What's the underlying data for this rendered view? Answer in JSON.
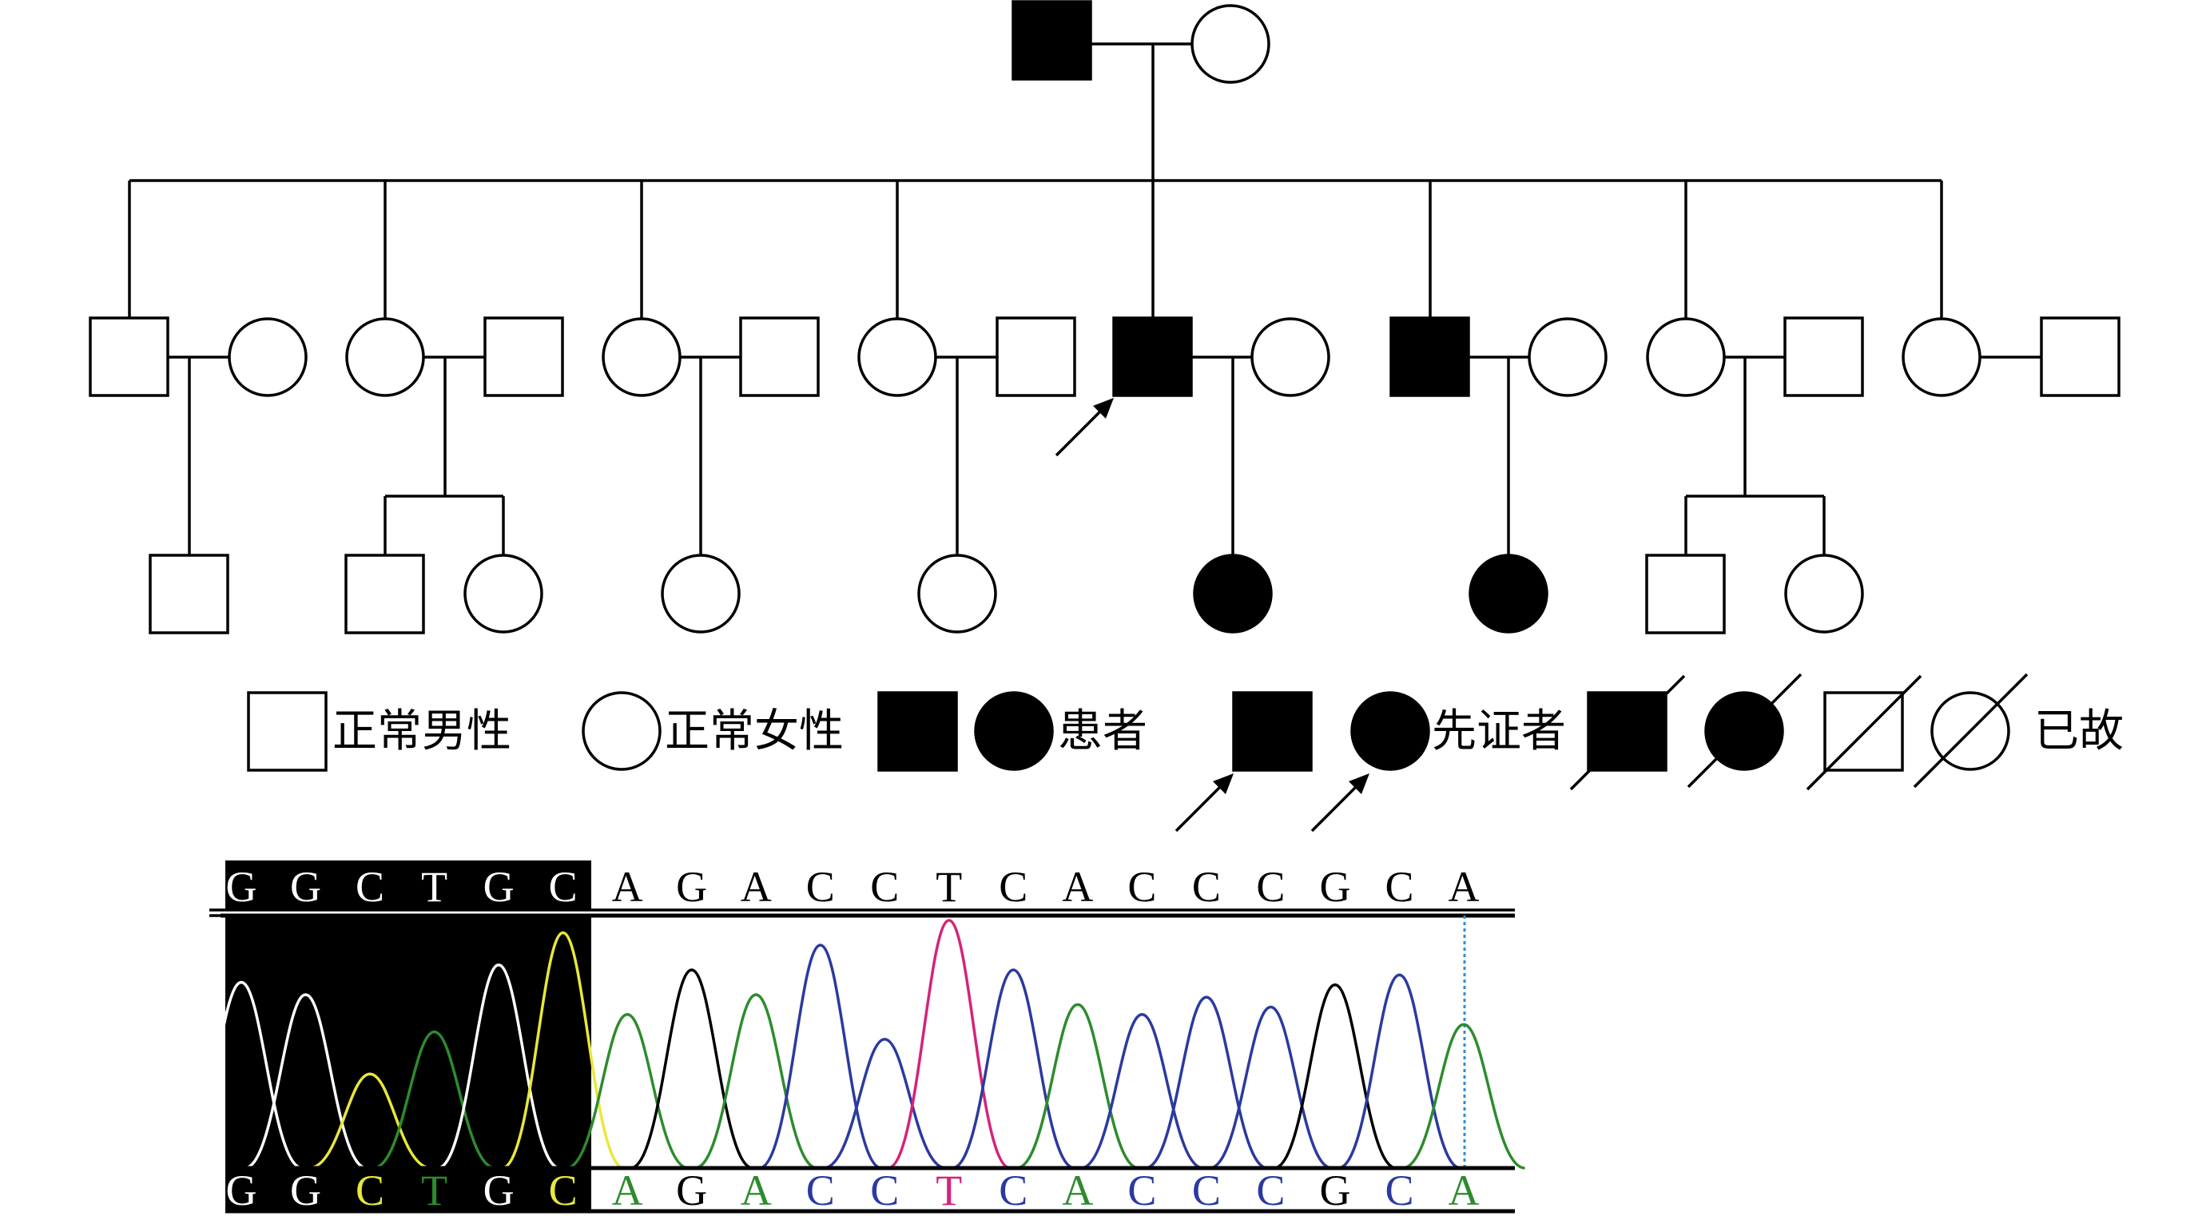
{
  "legend": {
    "normal_male": "正常男性",
    "normal_female": "正常女性",
    "patient": "患者",
    "proband": "先证者",
    "deceased": "已故"
  },
  "pedigree": {
    "generation_1": [
      {
        "id": "I-1",
        "sex": "male",
        "affected": true
      },
      {
        "id": "I-2",
        "sex": "female",
        "affected": false
      }
    ],
    "generation_2": [
      {
        "id": "II-1",
        "sex": "male",
        "affected": false,
        "spouse": "female"
      },
      {
        "id": "II-2",
        "sex": "female",
        "affected": false,
        "spouse": "male"
      },
      {
        "id": "II-3",
        "sex": "female",
        "affected": false,
        "spouse": "male"
      },
      {
        "id": "II-4",
        "sex": "female",
        "affected": false,
        "spouse": "male"
      },
      {
        "id": "II-5",
        "sex": "male",
        "affected": true,
        "proband": true,
        "spouse": "female"
      },
      {
        "id": "II-6",
        "sex": "male",
        "affected": true,
        "spouse": "female"
      },
      {
        "id": "II-7",
        "sex": "female",
        "affected": false,
        "spouse": "male"
      },
      {
        "id": "II-8",
        "sex": "female",
        "affected": false,
        "spouse": "male"
      }
    ],
    "generation_3": [
      {
        "parent": "II-1",
        "sex": "male",
        "affected": false
      },
      {
        "parent": "II-2",
        "sex": "male",
        "affected": false
      },
      {
        "parent": "II-2",
        "sex": "female",
        "affected": false
      },
      {
        "parent": "II-3",
        "sex": "female",
        "affected": false
      },
      {
        "parent": "II-4",
        "sex": "female",
        "affected": false
      },
      {
        "parent": "II-5",
        "sex": "female",
        "affected": true
      },
      {
        "parent": "II-6",
        "sex": "female",
        "affected": true
      },
      {
        "parent": "II-7",
        "sex": "male",
        "affected": false
      },
      {
        "parent": "II-7",
        "sex": "female",
        "affected": false
      }
    ]
  },
  "sequence": {
    "reference_top": [
      "G",
      "G",
      "C",
      "T",
      "G",
      "C",
      "A",
      "G",
      "A",
      "C",
      "C",
      "T",
      "C",
      "A",
      "C",
      "C",
      "C",
      "G",
      "C",
      "A"
    ],
    "called_bottom": [
      "G",
      "G",
      "C",
      "T",
      "G",
      "C",
      "A",
      "G",
      "A",
      "C",
      "C",
      "T",
      "C",
      "A",
      "C",
      "C",
      "C",
      "G",
      "C",
      "A"
    ],
    "highlighted_bases": 6,
    "base_colors": {
      "A": "#2e8b2e",
      "C": "#2b3a9e",
      "G": "#000000",
      "T": "#d4237a"
    },
    "highlight_base_colors": {
      "A": "#2e8b2e",
      "C": "#e8e83a",
      "G": "#ffffff",
      "T": "#2e8b2e"
    }
  }
}
